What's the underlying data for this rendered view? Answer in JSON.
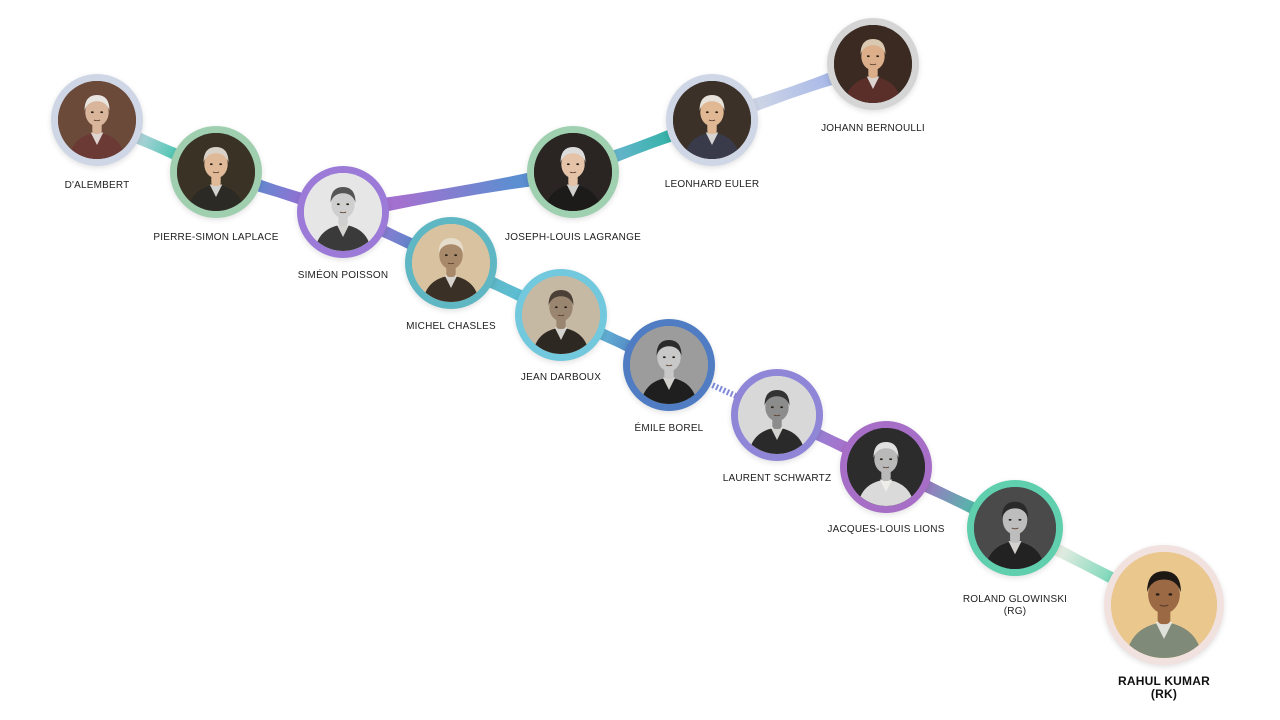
{
  "nodes": [
    {
      "id": "dalembert",
      "label": "D'ALEMBERT",
      "sub": "",
      "ring": "#cfd6e6",
      "bg": "#6b4a3a",
      "face": "#d9b69b",
      "hair": "#e8e4e0",
      "coat": "#6b3a35"
    },
    {
      "id": "laplace",
      "label": "PIERRE-SIMON LAPLACE",
      "sub": "",
      "ring": "#9fcfae",
      "bg": "#3b3226",
      "face": "#e0b998",
      "hair": "#d9d2c8",
      "coat": "#2c2a24"
    },
    {
      "id": "poisson",
      "label": "SIMÉON POISSON",
      "sub": "",
      "ring": "#9b7ad8",
      "bg": "#e6e6e6",
      "face": "#cfcfcf",
      "hair": "#555555",
      "coat": "#3a3a3a"
    },
    {
      "id": "lagrange",
      "label": "JOSEPH-LOUIS LAGRANGE",
      "sub": "",
      "ring": "#9fd0b0",
      "bg": "#2a2522",
      "face": "#e4c3a8",
      "hair": "#dcdcdc",
      "coat": "#1d1b1a"
    },
    {
      "id": "euler",
      "label": "LEONHARD EULER",
      "sub": "",
      "ring": "#cfd6e6",
      "bg": "#3c3128",
      "face": "#e0b994",
      "hair": "#e7e2da",
      "coat": "#3a3b4a"
    },
    {
      "id": "bernoulli",
      "label": "JOHANN BERNOULLI",
      "sub": "",
      "ring": "#d5d5d5",
      "bg": "#3a2a22",
      "face": "#dcae8a",
      "hair": "#d8c9b0",
      "coat": "#5a2f2a"
    },
    {
      "id": "chasles",
      "label": "MICHEL CHASLES",
      "sub": "",
      "ring": "#5fb7c4",
      "bg": "#d9c29f",
      "face": "#a88a6a",
      "hair": "#e6dccb",
      "coat": "#3b3026"
    },
    {
      "id": "darboux",
      "label": "JEAN DARBOUX",
      "sub": "",
      "ring": "#72c8dc",
      "bg": "#c6b9a3",
      "face": "#9a8670",
      "hair": "#4a4038",
      "coat": "#2d2822"
    },
    {
      "id": "borel",
      "label": "ÉMILE BOREL",
      "sub": "",
      "ring": "#4f7cc2",
      "bg": "#9c9c9c",
      "face": "#c8c8c8",
      "hair": "#2b2b2b",
      "coat": "#1f1f1f"
    },
    {
      "id": "schwartz",
      "label": "LAURENT SCHWARTZ",
      "sub": "",
      "ring": "#8f86d8",
      "bg": "#d8d8d8",
      "face": "#8c8c8c",
      "hair": "#333333",
      "coat": "#2a2a2a"
    },
    {
      "id": "lions",
      "label": "JACQUES-LOUIS LIONS",
      "sub": "",
      "ring": "#a66ec6",
      "bg": "#2c2c2c",
      "face": "#b9b9b9",
      "hair": "#e0e0e0",
      "coat": "#dadada"
    },
    {
      "id": "glowinski",
      "label": "ROLAND GLOWINSKI",
      "sub": "(RG)",
      "ring": "#5fcfae",
      "bg": "#4a4a4a",
      "face": "#bdbdbd",
      "hair": "#2a2a2a",
      "coat": "#222222"
    },
    {
      "id": "kumar",
      "label": "RAHUL KUMAR",
      "sub": "(RK)",
      "ring": "#f1e2df",
      "bg": "#e9c78d",
      "face": "#9b6a45",
      "hair": "#1e1814",
      "coat": "#7f8a78"
    }
  ],
  "links": [
    {
      "from": "dalembert",
      "to": "laplace",
      "c1": "#cfd6e6",
      "c2": "#34c3a8"
    },
    {
      "from": "laplace",
      "to": "poisson",
      "c1": "#5a8fd0",
      "c2": "#9b6bd3"
    },
    {
      "from": "poisson",
      "to": "lagrange",
      "c1": "#a371cf",
      "c2": "#5b8fd1"
    },
    {
      "from": "lagrange",
      "to": "euler",
      "c1": "#6bb4d0",
      "c2": "#2fb3a4"
    },
    {
      "from": "euler",
      "to": "bernoulli",
      "c1": "#cfd6e6",
      "c2": "#a7b8e8"
    },
    {
      "from": "poisson",
      "to": "chasles",
      "c1": "#9b7ad8",
      "c2": "#4f87c4"
    },
    {
      "from": "chasles",
      "to": "darboux",
      "c1": "#5fb7c4",
      "c2": "#5cc0d8"
    },
    {
      "from": "darboux",
      "to": "borel",
      "c1": "#6ac4da",
      "c2": "#4f7cc2"
    },
    {
      "from": "borel",
      "to": "schwartz",
      "c1": "#6f8fd8",
      "c2": "#8f86d8",
      "dashed": true
    },
    {
      "from": "schwartz",
      "to": "lions",
      "c1": "#8f86d8",
      "c2": "#b06bc6"
    },
    {
      "from": "lions",
      "to": "glowinski",
      "c1": "#a66ec6",
      "c2": "#45c4a4"
    },
    {
      "from": "glowinski",
      "to": "kumar",
      "c1": "#f4efe8",
      "c2": "#5fd2ae"
    }
  ]
}
